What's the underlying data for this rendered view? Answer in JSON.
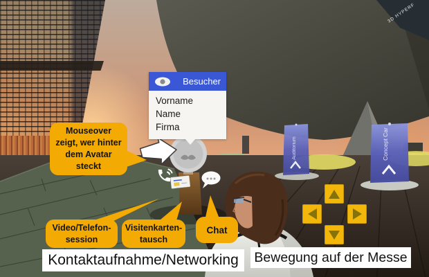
{
  "colors": {
    "callout_amber": "#F3AA02",
    "popup_header_blue": "#3A57D6",
    "dpad_yellow": "#F3B70B",
    "dpad_arrow_brown": "#857208",
    "banner_bg": "#FFFFFF",
    "banner_text": "#111111",
    "kiosk_blue": "#5A60B8"
  },
  "visitor_popup": {
    "icon": "eye-icon",
    "title": "Besucher",
    "fields": [
      "Vorname",
      "Name",
      "Firma"
    ]
  },
  "callouts": {
    "mouseover": "Mouseover\nzeigt, wer hinter\ndem Avatar\nsteckt",
    "video_session": "Video/Telefon-\nsession",
    "card_exchange": "Visitenkarten-\ntausch",
    "chat": "Chat"
  },
  "banners": {
    "networking": "Kontaktaufnahme/Networking",
    "movement": "Bewegung auf der Messe"
  },
  "scene": {
    "sign_text": "3D HYPERF",
    "kiosks": [
      {
        "label": "Auditorium"
      },
      {
        "label": "Concept Car"
      }
    ],
    "icons": [
      "phone-call-icon",
      "chat-dots-icon",
      "mouse-pointer-arrow",
      "eye-icon"
    ]
  },
  "dpad": {
    "buttons": [
      "up",
      "left",
      "right",
      "down"
    ]
  }
}
